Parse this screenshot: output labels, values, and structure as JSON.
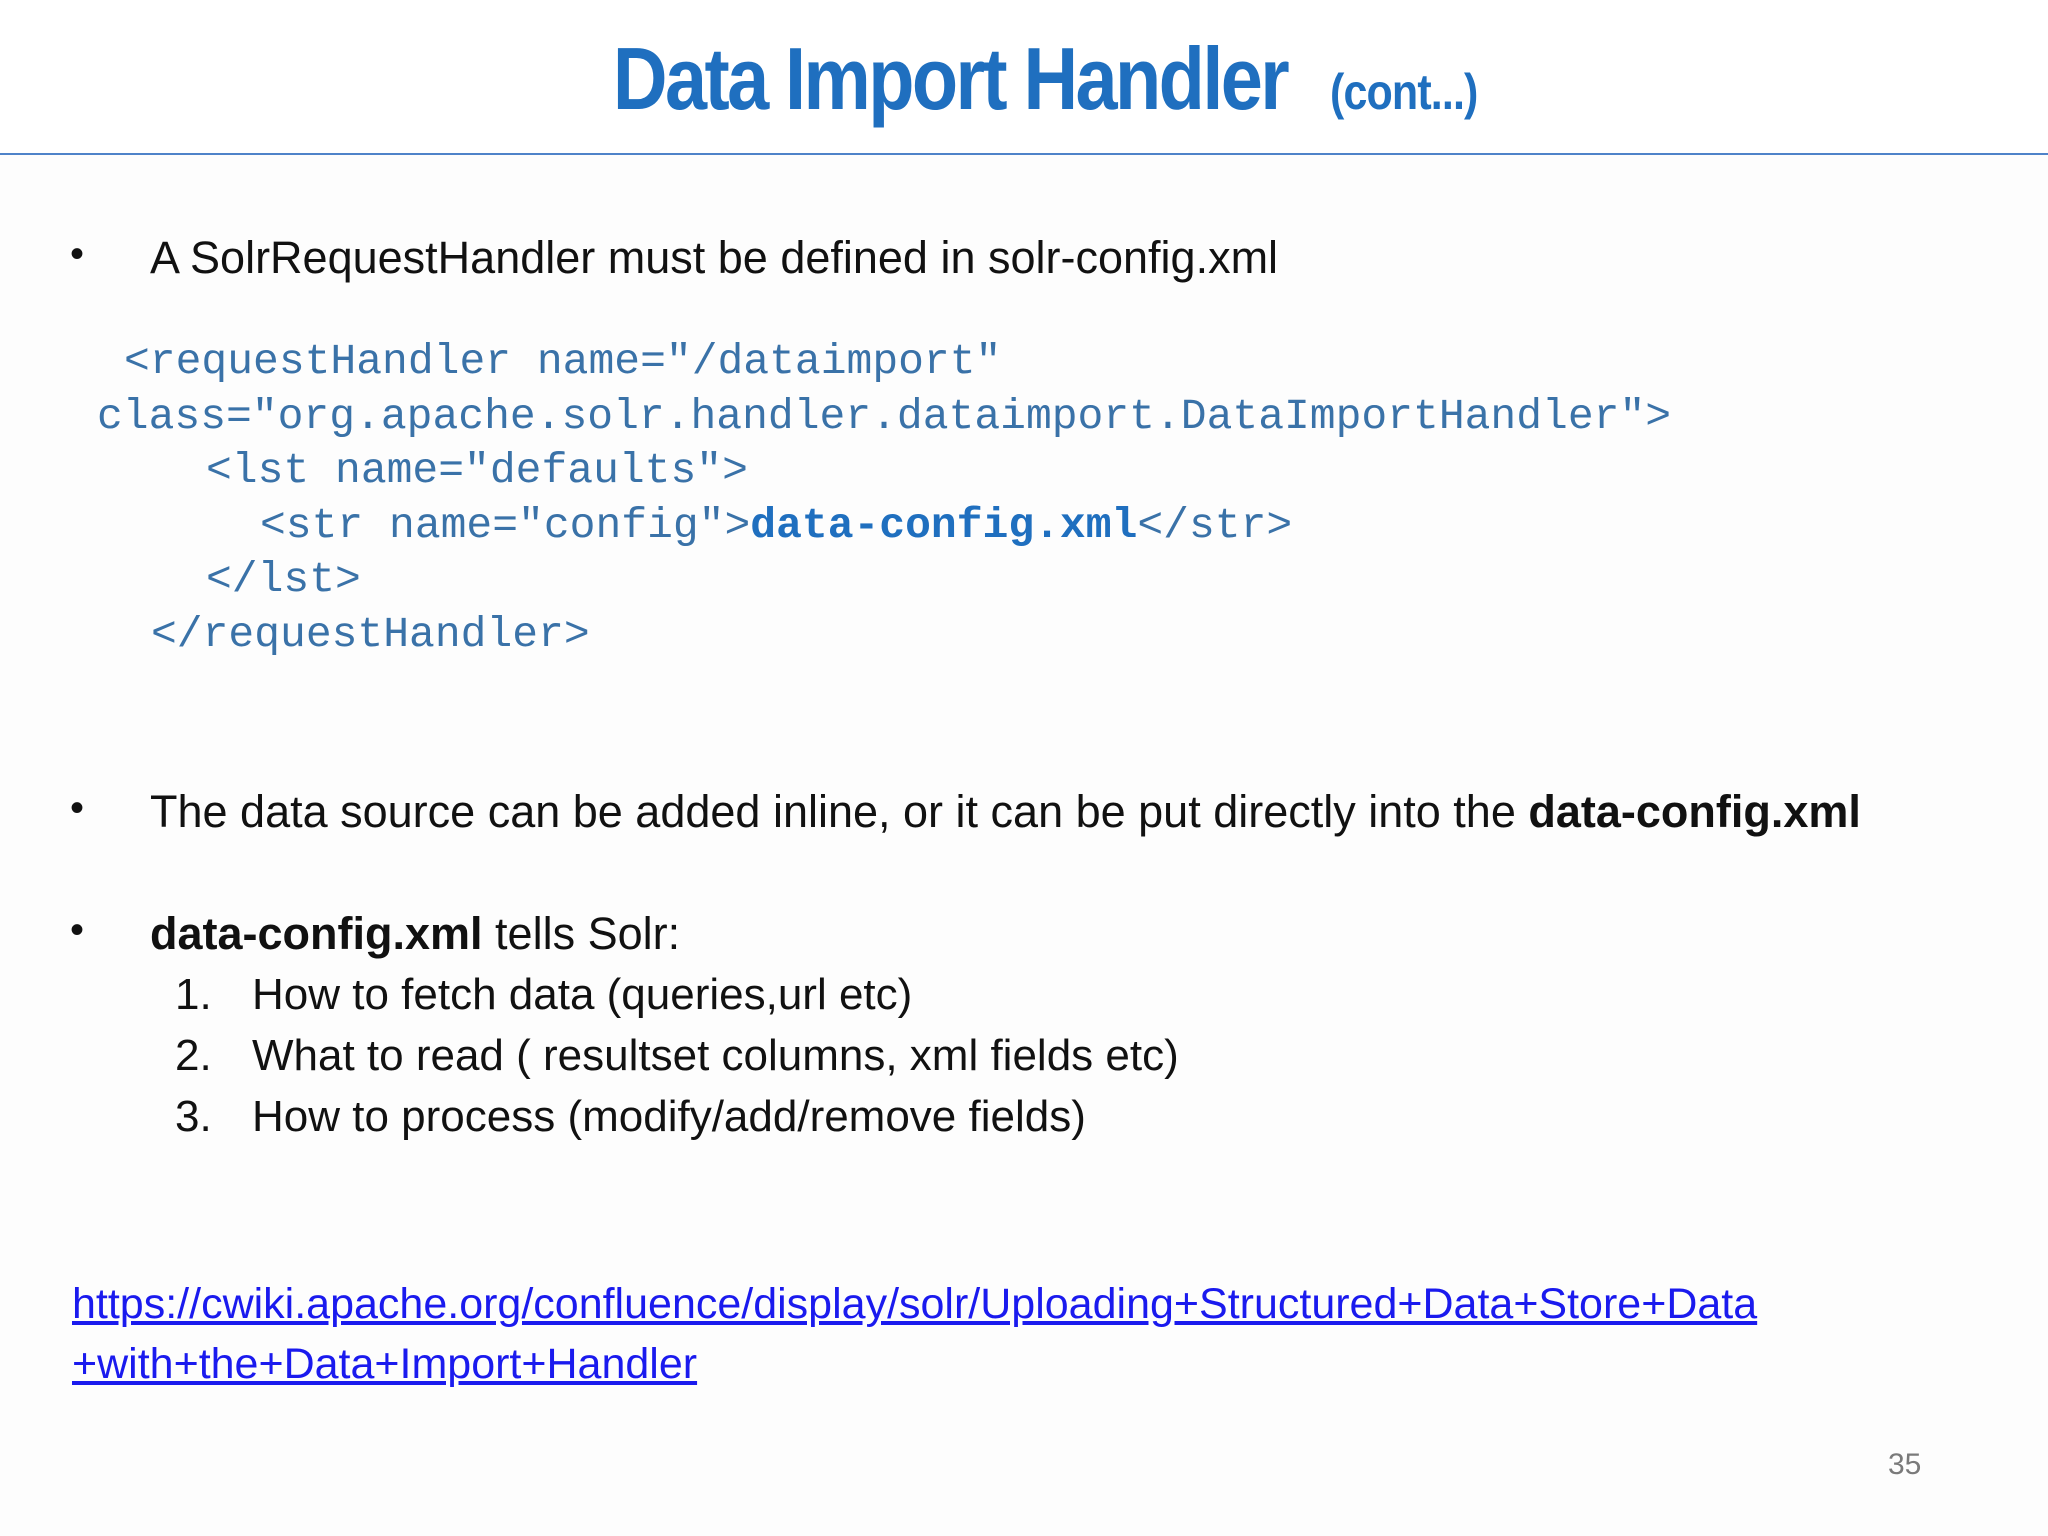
{
  "title": {
    "main": "Data Import Handler",
    "sub": "(cont...)"
  },
  "bullets": {
    "b1": {
      "bullet": "•",
      "text": "A SolrRequestHandler must be defined in solr-config.xml"
    },
    "b2": {
      "bullet": "•",
      "text_before": "The data source can be added inline, or it can be put directly into the ",
      "text_bold": "data-config.xml"
    },
    "b3": {
      "bullet": "•",
      "text_bold": "data-config.xml",
      "text_after": " tells Solr:"
    }
  },
  "code": {
    "line1": "<requestHandler name=\"/dataimport\"",
    "line2": "class=\"org.apache.solr.handler.dataimport.DataImportHandler\">",
    "line3": "<lst name=\"defaults\">",
    "line4_pre": "<str name=\"config\">",
    "line4_hl": "data-config.xml",
    "line4_post": "</str>",
    "line5": "</lst>",
    "line6": "</requestHandler>"
  },
  "list": [
    {
      "num": "1.",
      "text": "How to fetch data (queries,url etc)"
    },
    {
      "num": "2.",
      "text": "What to read ( resultset columns, xml fields etc)"
    },
    {
      "num": "3.",
      "text": "How to process (modify/add/remove fields)"
    }
  ],
  "link": {
    "line1": "https://cwiki.apache.org/confluence/display/solr/Uploading+Structured+Data+Store+Data",
    "line2": "+with+the+Data+Import+Handler"
  },
  "page_number": "35",
  "colors": {
    "title": "#1f6fbf",
    "rule": "#4f83c9",
    "code": "#3a72a8",
    "link": "#1a1aee"
  }
}
